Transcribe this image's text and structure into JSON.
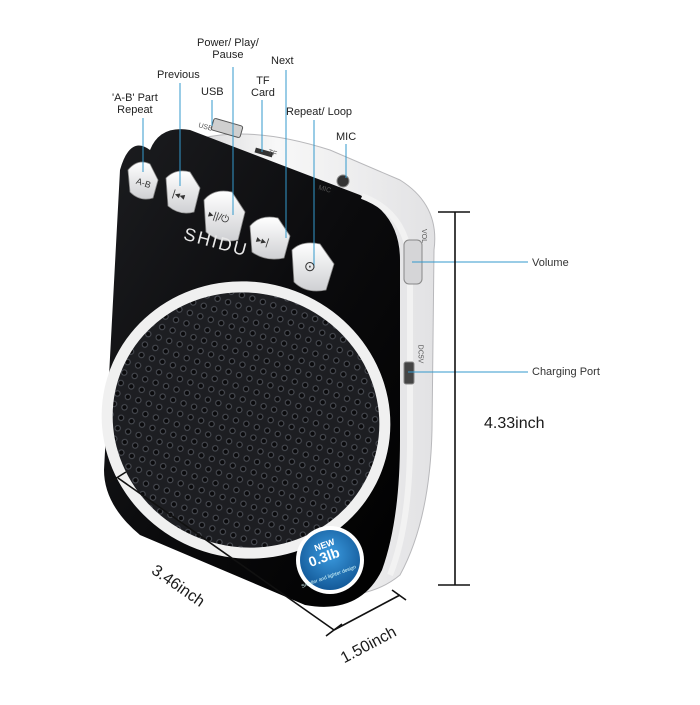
{
  "brand": "SHIDU",
  "callouts": {
    "ab_repeat": {
      "line1": "'A-B' Part",
      "line2": "Repeat"
    },
    "previous": "Previous",
    "usb": "USB",
    "power": {
      "line1": "Power/ Play/",
      "line2": "Pause"
    },
    "tf_card": {
      "line1": "TF",
      "line2": "Card"
    },
    "next": "Next",
    "repeat_loop": "Repeat/ Loop",
    "mic": "MIC",
    "volume": "Volume",
    "charging_port": "Charging Port"
  },
  "buttons": {
    "ab": "A-B",
    "previous": "|◂◂",
    "play": "▸||/⏻",
    "next": "▸▸|",
    "repeat": "⊙"
  },
  "port_labels": {
    "usb": "USB",
    "tf": "TF",
    "mic": "MIC",
    "vol": "VOL",
    "dc": "DC5V"
  },
  "dimensions": {
    "height": "4.33inch",
    "width": "3.46inch",
    "depth": "1.50inch"
  },
  "badge": {
    "new": "NEW",
    "weight": "0.3lb",
    "tagline": "Smaller and lighter design"
  },
  "colors": {
    "body": "#0d0d0f",
    "shell": "#f2f2f2",
    "button": "#e8e8ea",
    "accent": "#2a7fc0",
    "callout_line": "#3399cc"
  },
  "icons": [
    "ab-repeat-icon",
    "previous-icon",
    "play-power-icon",
    "next-icon",
    "repeat-icon"
  ]
}
